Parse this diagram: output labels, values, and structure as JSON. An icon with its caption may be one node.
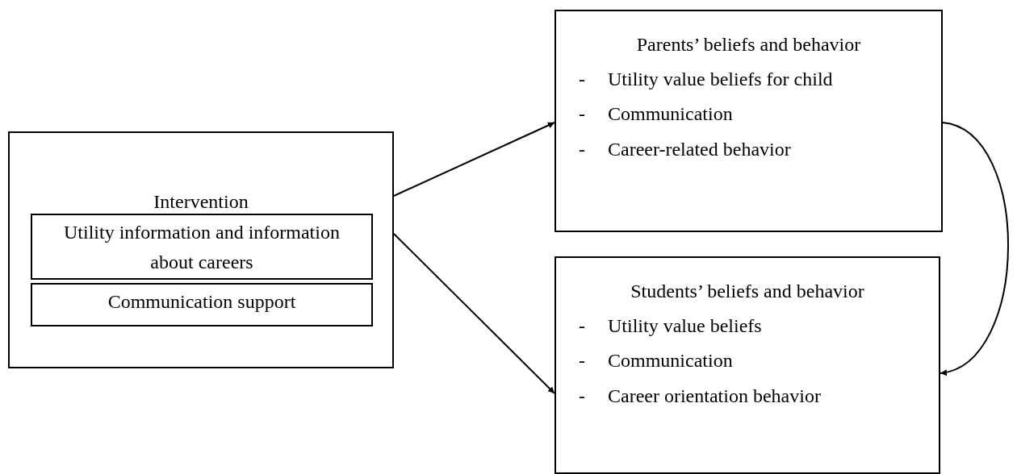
{
  "diagram": {
    "nodes": [
      {
        "text": [
          "Intervention"
        ]
      },
      {
        "text": [
          "Utility information and information about careers"
        ],
        "in": 0
      },
      {
        "text": [
          "Communication support"
        ],
        "in": 0
      },
      {
        "text": [
          "Parents’ beliefs and behavior",
          "- Utility value beliefs for child",
          "- Communication",
          "- Career-related behavior"
        ]
      },
      {
        "text": [
          "Students’ beliefs and behavior",
          "- Utility value beliefs",
          "- Communication",
          "- Career orientation behavior"
        ]
      }
    ],
    "edges": [
      {
        "from": 0,
        "to": 3,
        "arrow": "to"
      },
      {
        "from": 0,
        "to": 4,
        "arrow": "to"
      },
      {
        "from": 3,
        "to": 4,
        "arrow": "to"
      }
    ]
  }
}
